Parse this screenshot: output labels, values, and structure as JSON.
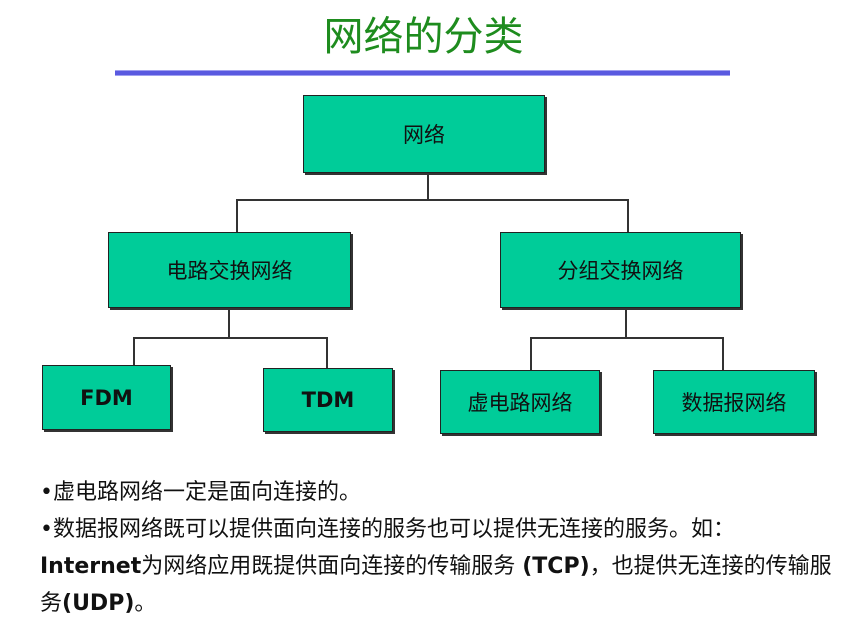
{
  "title": "网络的分类",
  "tree": {
    "root": "网络",
    "circuit": "电路交换网络",
    "packet": "分组交换网络",
    "fdm": "FDM",
    "tdm": "TDM",
    "vc": "虚电路网络",
    "datagram": "数据报网络"
  },
  "notes": {
    "b1": "•虚电路网络一定是面向连接的。",
    "b2a": "•数据报网络既可以提供面向连接的服务也可以提供无连接的服务。如：",
    "b2b": "Internet",
    "b2c": "为网络应用既提供面向连接的传输服务",
    "b2d": "(TCP)",
    "b2e": "，也提供无连接的传输服务",
    "b2f": "(UDP)",
    "b2g": "。"
  }
}
